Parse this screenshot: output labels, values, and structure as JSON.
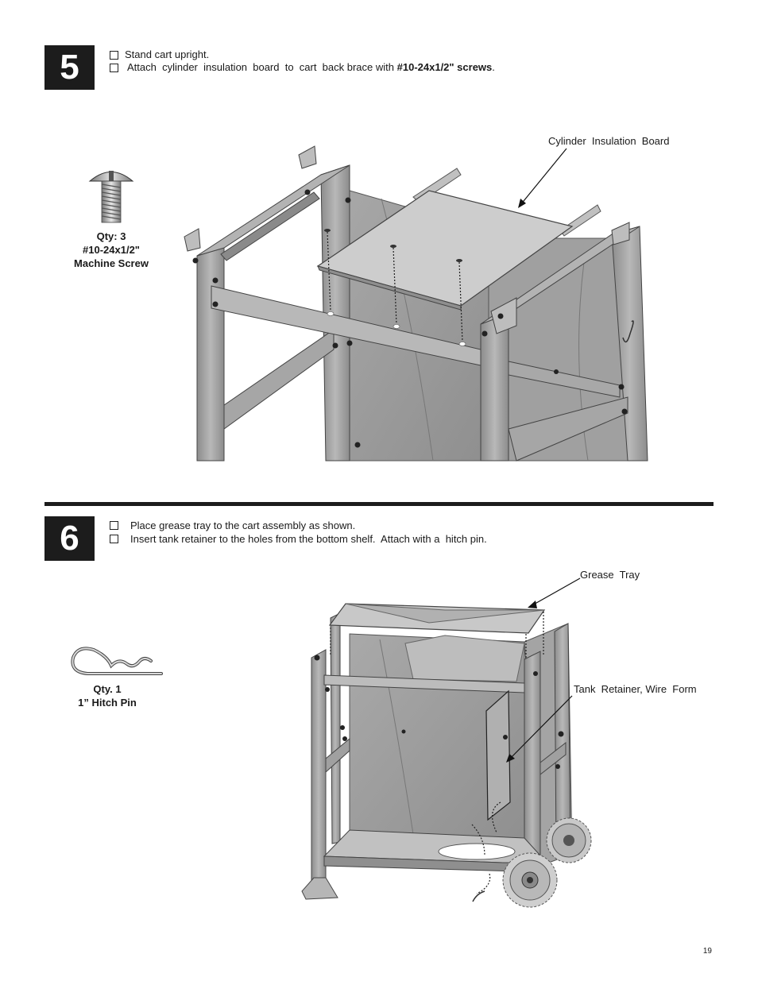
{
  "steps": [
    {
      "number": "5",
      "instructions": [
        {
          "text": "Stand cart upright.",
          "bold": ""
        },
        {
          "text": "Attach  cylinder  insulation  board  to  cart  back brace with ",
          "bold": "#10-24x1/2\" screws",
          "after": "."
        }
      ],
      "callouts": {
        "cylinder_board": "Cylinder  Insulation  Board"
      },
      "part": {
        "qty": "Qty: 3",
        "name_line1": "#10-24x1/2\"",
        "name_line2": "Machine Screw"
      }
    },
    {
      "number": "6",
      "instructions": [
        {
          "text": "Place grease tray to the cart assembly as shown."
        },
        {
          "text": "Insert tank retainer to the holes from the bottom shelf.  Attach with a  hitch pin."
        }
      ],
      "callouts": {
        "grease_tray": "Grease  Tray",
        "tank_retainer": "Tank  Retainer, Wire  Form"
      },
      "part": {
        "qty": "Qty. 1",
        "name": "1” Hitch Pin"
      }
    }
  ],
  "page_number": "19",
  "colors": {
    "box": "#1c1c1c",
    "metal": "#9a9a9a",
    "metal_dark": "#6e6e6e",
    "metal_light": "#c4c4c4"
  }
}
